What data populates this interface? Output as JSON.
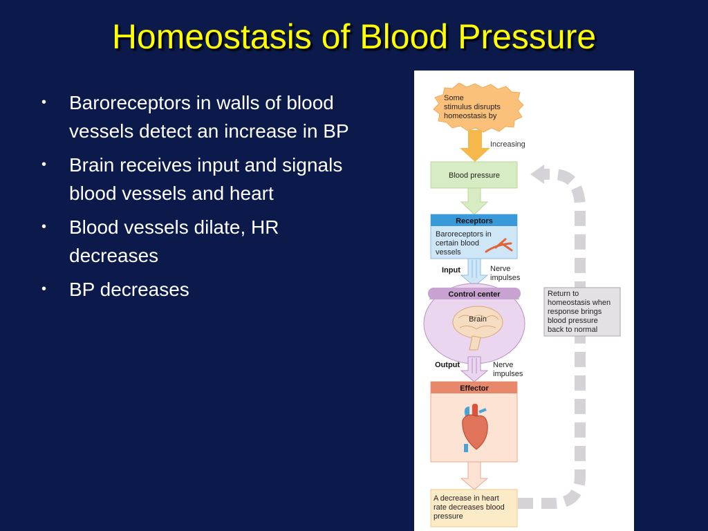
{
  "slide": {
    "title": "Homeostasis of Blood Pressure",
    "bullets": [
      "Baroreceptors in walls of blood vessels detect an increase in BP",
      "Brain receives input and signals blood vessels and heart",
      "Blood vessels dilate,  HR decreases",
      "BP decreases"
    ]
  },
  "diagram": {
    "stimulus": [
      "Some",
      "stimulus disrupts",
      "homeostasis by"
    ],
    "increasing_label": "Increasing",
    "variable_label": "Blood pressure",
    "receptors_header": "Receptors",
    "receptors_text": [
      "Baroreceptors in",
      "certain blood",
      "vessels"
    ],
    "input_label": "Input",
    "input_nerve": [
      "Nerve",
      "impulses"
    ],
    "control_header": "Control center",
    "brain_label": "Brain",
    "output_label": "Output",
    "output_nerve": [
      "Nerve",
      "impulses"
    ],
    "effector_header": "Effector",
    "response_text": [
      "A decrease in heart",
      "rate decreases blood",
      "pressure"
    ],
    "return_text": [
      "Return to",
      "homeostasis when",
      "response brings",
      "blood pressure",
      "back to normal"
    ]
  },
  "colors": {
    "background": "#0b1a4a",
    "title": "#ffff00",
    "stimulus_fill": "#fbc07a",
    "variable_fill": "#d8ecc4",
    "receptors_header": "#3a9ad9",
    "receptors_fill": "#cfe6f7",
    "control_header": "#c8a2d0",
    "control_fill": "#ead6ef",
    "effector_header": "#e8886a",
    "effector_fill": "#fde3d3",
    "response_fill": "#fdebc8"
  }
}
